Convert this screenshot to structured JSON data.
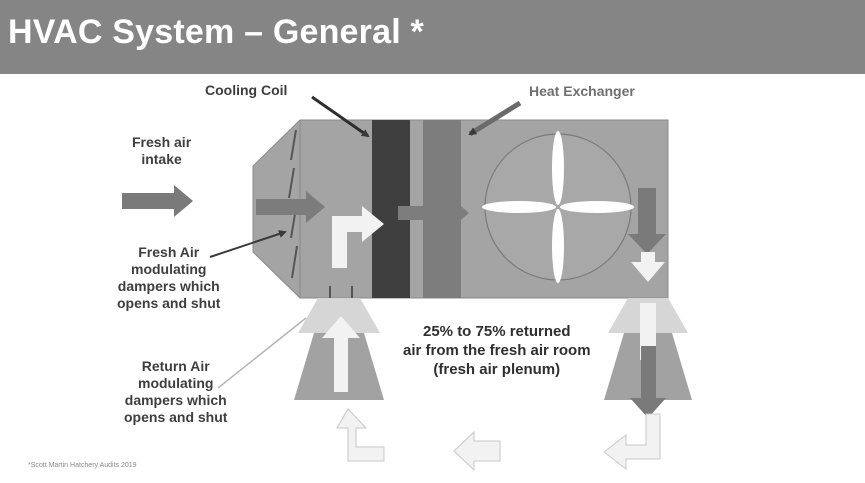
{
  "title": "HVAC System – General *",
  "labels": {
    "cooling_coil": "Cooling Coil",
    "heat_exchanger": "Heat Exchanger",
    "fresh_air_intake": [
      "Fresh air",
      "intake"
    ],
    "fresh_air_dampers": [
      "Fresh Air",
      "modulating",
      "dampers which",
      "opens and shut"
    ],
    "return_air_dampers": [
      "Return Air",
      "modulating",
      "dampers which",
      "opens and shut"
    ],
    "returned_air": [
      "25% to 75% returned",
      "air from the fresh air room",
      "(fresh air plenum)"
    ]
  },
  "footnote": "*Scott Martin  Hatchery Audits  2019",
  "colors": {
    "title_bar": "#858585",
    "unit_body": "#a4a4a4",
    "cooling_coil": "#3f3f3f",
    "heat_exchanger_coil": "#7d7d7d",
    "arrow_dark": "#7a7a7a",
    "arrow_light": "#f2f2f2"
  }
}
